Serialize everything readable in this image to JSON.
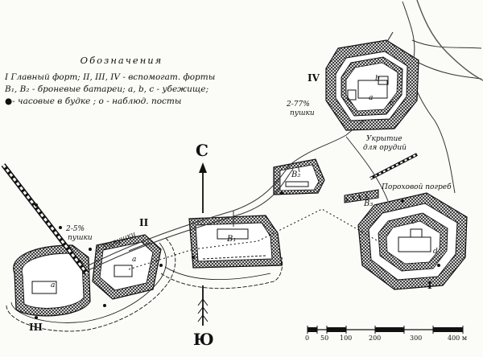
{
  "legend": {
    "title": "Обозначения",
    "lines": [
      "I  Главный форт;  II, III, IV - вспомогат. форты",
      "B₁, B₂ - броневые батареи;  a, b, c - убежище;",
      "●- часовые в будке ;  о - наблюд. посты"
    ]
  },
  "compass": {
    "north": "С",
    "south": "Ю"
  },
  "forts": {
    "main": "I",
    "second": "II",
    "third": "III",
    "fourth": "IV"
  },
  "batteries": {
    "b1": "B₁",
    "b2": "B₂",
    "b3": "B₃"
  },
  "shelters": {
    "a": "a",
    "b": "b",
    "c": "c",
    "d": "d"
  },
  "annotations": {
    "guns_iv_1": "2-77%",
    "guns_iv_2": "пушки",
    "guns_ii_1": "2-5%",
    "guns_ii_2": "пушки",
    "guns_iii_1": "2-5%",
    "guns_iii_2": "пушки",
    "guns_store_1": "Укрытие",
    "guns_store_2": "для орудий",
    "powder_magazine": "Пороховой погреб"
  },
  "scale": {
    "ticks": [
      "0",
      "50",
      "100",
      "200",
      "300",
      "400 м"
    ]
  }
}
